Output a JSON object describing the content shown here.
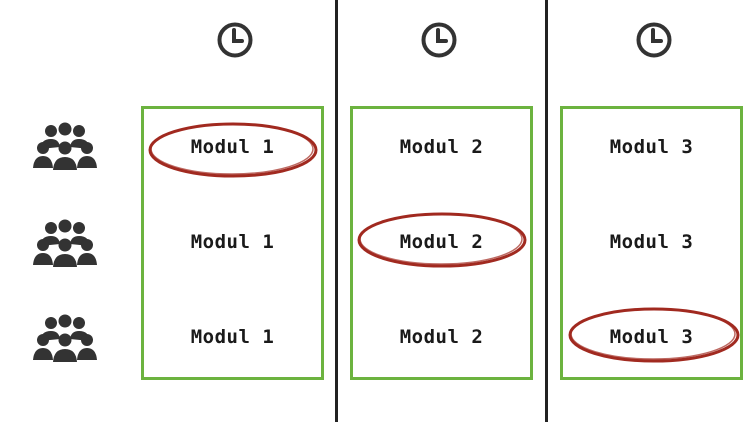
{
  "colors": {
    "box_border": "#6cb33f",
    "highlight_ring": "#a12a20",
    "divider": "#222222",
    "icon": "#333333"
  },
  "icons": {
    "time": "clock-icon",
    "group": "group-icon"
  },
  "columns": [
    {
      "cells": [
        "Modul 1",
        "Modul 1",
        "Modul 1"
      ],
      "highlighted_row": 0
    },
    {
      "cells": [
        "Modul 2",
        "Modul 2",
        "Modul 2"
      ],
      "highlighted_row": 1
    },
    {
      "cells": [
        "Modul 3",
        "Modul 3",
        "Modul 3"
      ],
      "highlighted_row": 2
    }
  ]
}
